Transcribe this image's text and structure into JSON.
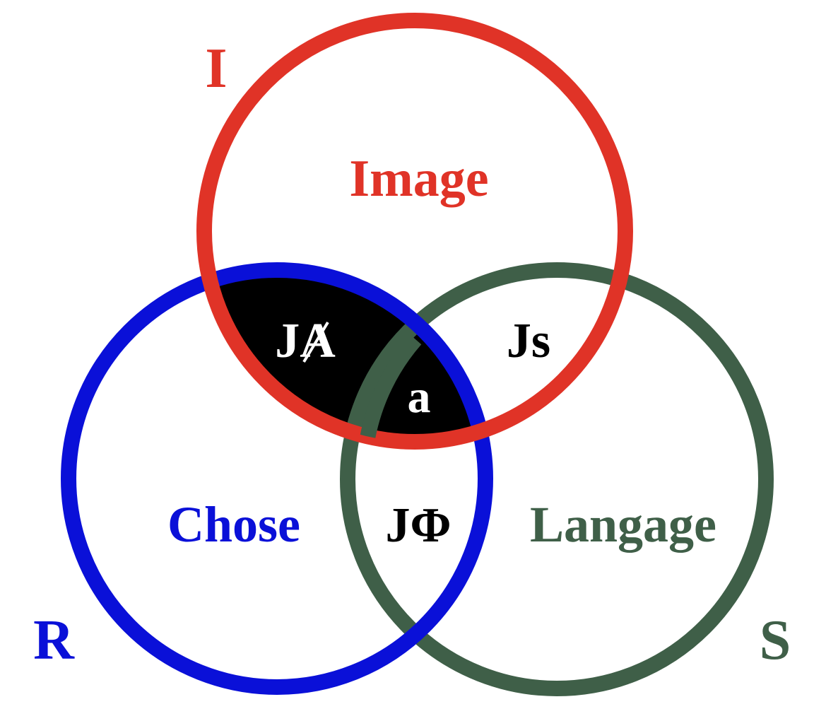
{
  "labels": {
    "corner_I": "I",
    "corner_R": "R",
    "corner_S": "S",
    "region_image": "Image",
    "region_chose": "Chose",
    "region_langage": "Langage",
    "jouissance_other": "JA",
    "jouissance_sens": "Js",
    "jouissance_phallic": "JΦ",
    "object_a": "a"
  },
  "colors": {
    "imaginary": "#e03327",
    "real": "#0a10d8",
    "symbolic": "#3f5f48",
    "shaded": "#000000",
    "light_text": "#ffffff",
    "dark_text": "#000000"
  }
}
